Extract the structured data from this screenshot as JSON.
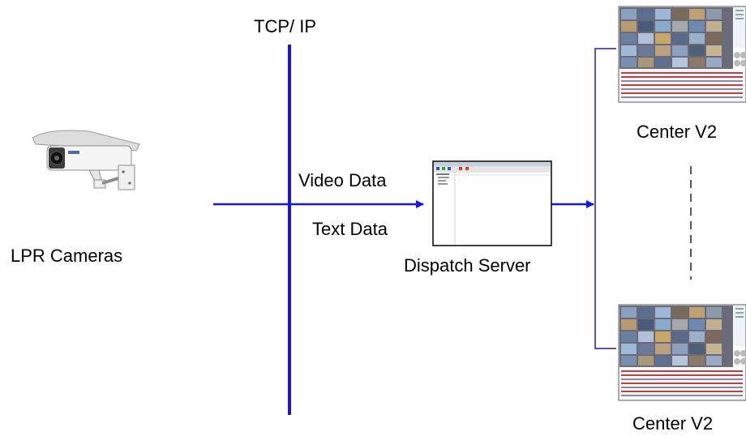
{
  "network": {
    "label": "TCP/ IP"
  },
  "cameras": {
    "label": "LPR Cameras",
    "icon": "lpr-camera-icon"
  },
  "flows": {
    "video": "Video Data",
    "text": "Text Data"
  },
  "dispatch": {
    "label": "Dispatch Server",
    "icon": "dispatch-server-window-icon"
  },
  "centers": [
    {
      "label": "Center V2",
      "icon": "center-v2-screen-icon"
    },
    {
      "label": "Center V2",
      "icon": "center-v2-screen-icon"
    }
  ],
  "colors": {
    "line": "#1414e6",
    "connector": "#1a1ad6"
  }
}
